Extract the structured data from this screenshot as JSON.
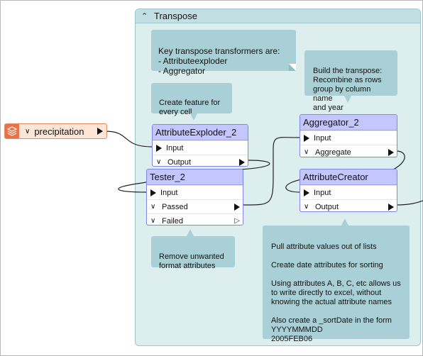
{
  "bookmark": {
    "title": "Transpose"
  },
  "notes": {
    "key_transformers": "Key transpose transformers are:\n- Attributeexploder\n- Aggregator",
    "create_feature": "Create feature for\nevery cell",
    "build_transpose": "Build the transpose:\nRecombine as rows\ngroup by column name\nand year",
    "remove_attrs": "Remove unwanted\nformat attributes",
    "pull_attrs": "Pull attribute values out of lists\n\nCreate date attributes for sorting\n\nUsing attributes A, B, C, etc allows us\nto write directly to excel, without\nknowing the actual attribute names\n\nAlso create a _sortDate in the form\n    YYYYMMMDD\n    2005FEB06"
  },
  "reader": {
    "name": "precipitation",
    "icon": "layers-icon"
  },
  "transformers": {
    "attribute_exploder": {
      "title": "AttributeExploder_2",
      "input": "Input",
      "output": "Output"
    },
    "tester": {
      "title": "Tester_2",
      "input": "Input",
      "passed": "Passed",
      "failed": "Failed"
    },
    "aggregator": {
      "title": "Aggregator_2",
      "input": "Input",
      "aggregate": "Aggregate"
    },
    "attribute_creator": {
      "title": "AttributeCreator",
      "input": "Input",
      "output": "Output"
    }
  },
  "colors": {
    "bookmark_bg": "#ddeeee",
    "note_bg": "#a9d0d6",
    "transformer_header": "#c3c6ff",
    "reader_bg": "#fde6d8",
    "reader_accent": "#e8734a"
  }
}
